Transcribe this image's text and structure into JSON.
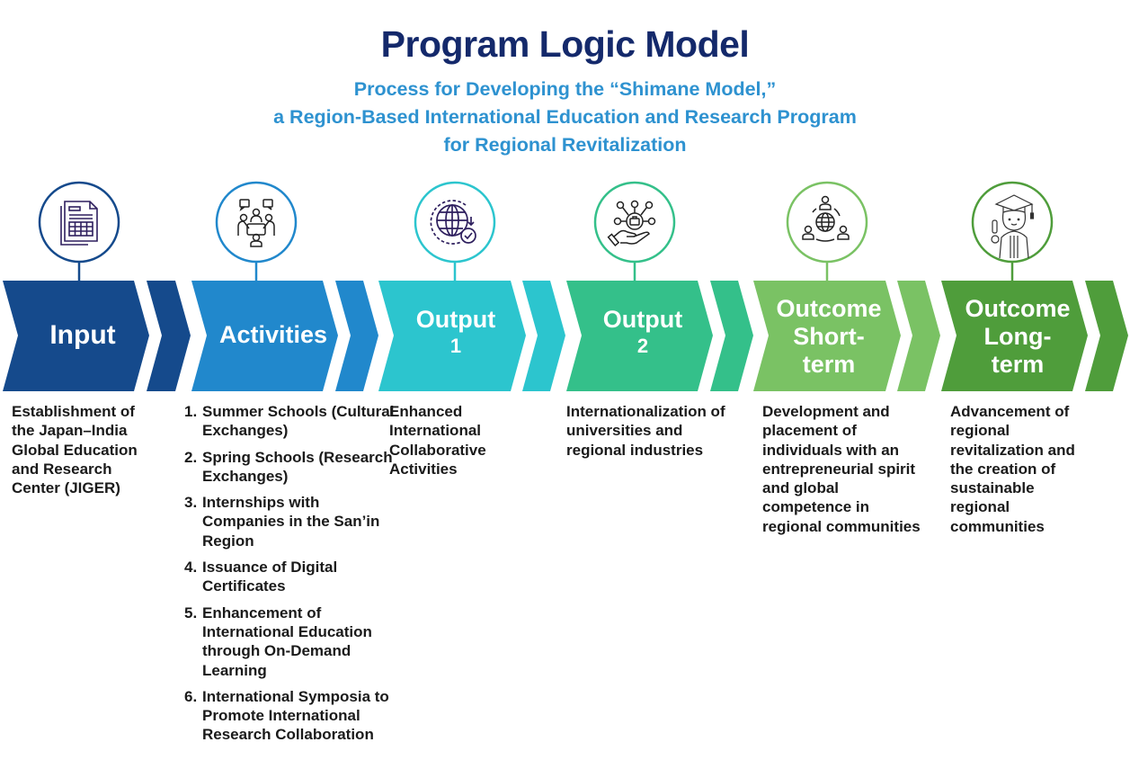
{
  "header": {
    "title": "Program Logic Model",
    "subtitle_lines": [
      "Process for Developing the “Shimane Model,”",
      "a Region-Based International Education and Research Program",
      "for Regional Revitalization"
    ]
  },
  "colors": {
    "title": "#14296b",
    "subtitle": "#2e92d0",
    "input": "#154a8c",
    "activities": "#2188cc",
    "output1": "#2cc5ce",
    "output2": "#34c08a",
    "outcome_short": "#7ac264",
    "outcome_long": "#4f9d3b"
  },
  "stages": [
    {
      "id": "input",
      "label_lines": [
        "Input"
      ],
      "icon": "document-spreadsheet-icon",
      "description": "Establishment of the Japan–India Global Education and Research Center (JIGER)"
    },
    {
      "id": "activities",
      "label_lines": [
        "Activities"
      ],
      "icon": "team-meeting-icon",
      "items": [
        {
          "num": "1.",
          "text": "Summer Schools (Cultural Exchanges)"
        },
        {
          "num": "2.",
          "text": "Spring Schools (Research Exchanges)"
        },
        {
          "num": "3.",
          "text": "Internships with Companies in the San’in Region"
        },
        {
          "num": "4.",
          "text": "Issuance of Digital Certificates"
        },
        {
          "num": "5.",
          "text": "Enhancement of International Education through On-Demand Learning"
        },
        {
          "num": "6.",
          "text": "International Symposia to Promote International Research Collaboration"
        }
      ]
    },
    {
      "id": "output1",
      "label_lines": [
        "Output",
        "1"
      ],
      "icon": "globe-check-icon",
      "description": "Enhanced International Collaborative Activities"
    },
    {
      "id": "output2",
      "label_lines": [
        "Output",
        "2"
      ],
      "icon": "network-hand-briefcase-icon",
      "description": "Internationalization of universities and regional industries"
    },
    {
      "id": "outcome_short",
      "label_lines": [
        "Outcome",
        "Short-",
        "term"
      ],
      "icon": "global-people-icon",
      "description": "Development and placement of individuals with an entrepreneurial spirit and global competence in regional communities"
    },
    {
      "id": "outcome_long",
      "label_lines": [
        "Outcome",
        "Long-",
        "term"
      ],
      "icon": "graduate-icon",
      "description": "Advancement of regional revitalization and the creation of sustainable regional communities"
    }
  ]
}
